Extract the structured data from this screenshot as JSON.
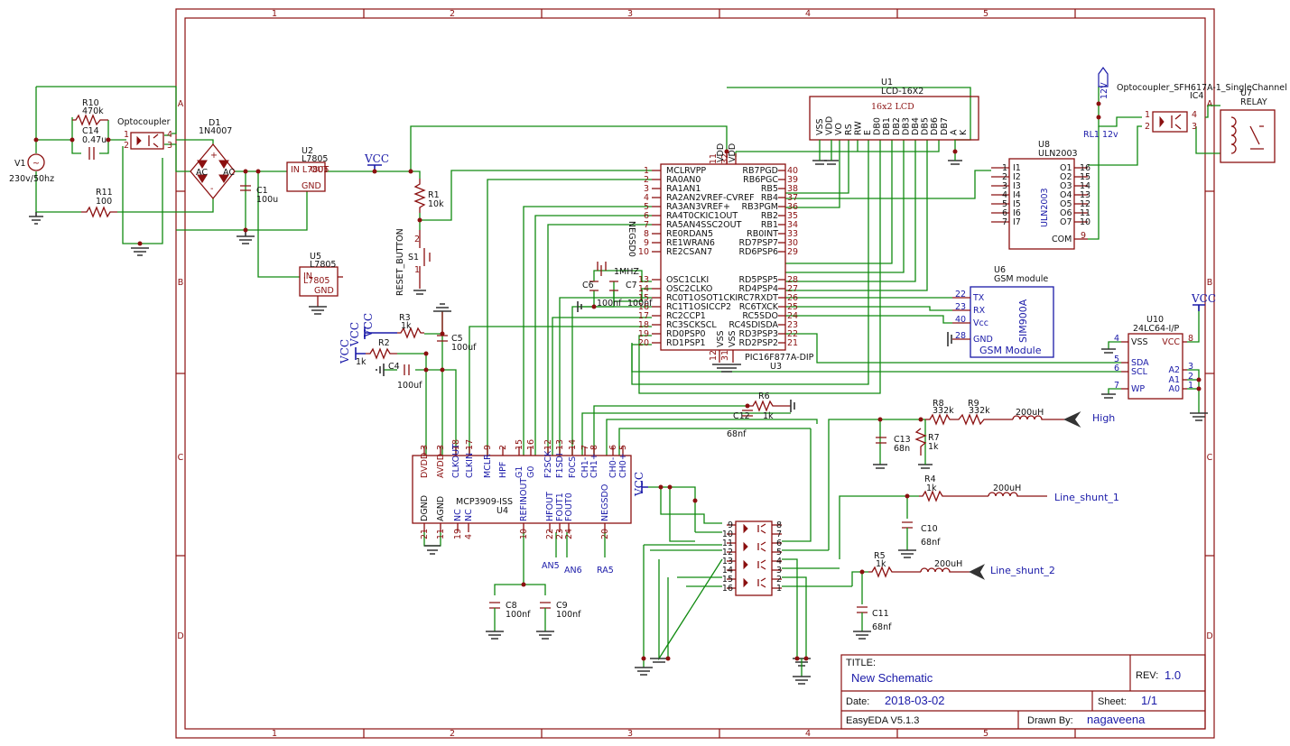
{
  "title_block": {
    "title_label": "TITLE:",
    "title": "New Schematic",
    "rev_label": "REV:",
    "rev": "1.0",
    "date_label": "Date:",
    "date": "2018-03-02",
    "sheet_label": "Sheet:",
    "sheet": "1/1",
    "tool": "EasyEDA V5.1.3",
    "drawn_label": "Drawn By:",
    "drawn_by": "nagaveena"
  },
  "frame": {
    "columns": [
      "1",
      "2",
      "3",
      "4",
      "5"
    ],
    "rows": [
      "A",
      "B",
      "C",
      "D"
    ]
  },
  "components": {
    "v1": {
      "ref": "V1",
      "value": "230v/50hz"
    },
    "r10": {
      "ref": "R10",
      "value": "470k"
    },
    "c14": {
      "ref": "C14",
      "value": "0.47u"
    },
    "r11": {
      "ref": "R11",
      "value": "100"
    },
    "opto1": {
      "label": "Optocoupler"
    },
    "d1": {
      "ref": "D1",
      "value": "1N4007"
    },
    "c1": {
      "ref": "C1",
      "value": "100u"
    },
    "u2": {
      "ref": "U2",
      "value": "L7805"
    },
    "u5": {
      "ref": "U5",
      "value": "L7805"
    },
    "vcc_main": "VCC",
    "r1": {
      "ref": "R1",
      "value": "10k"
    },
    "s1": {
      "ref": "S1",
      "label": "RESET_BUTTON"
    },
    "u1": {
      "ref": "U1",
      "value": "LCD-16X2",
      "body": "16x2 LCD"
    },
    "lcd_pins": [
      "VSS",
      "VDD",
      "VO",
      "RS",
      "RW",
      "E",
      "DB0",
      "DB1",
      "DB2",
      "DB3",
      "DB4",
      "DB5",
      "DB6",
      "DB7",
      "A",
      "K"
    ],
    "u3": {
      "ref": "U3",
      "value": "PIC16F877A-DIP"
    },
    "u3_left_pins": [
      {
        "n": "1",
        "name": "MCLRVPP"
      },
      {
        "n": "2",
        "name": "RA0AN0"
      },
      {
        "n": "3",
        "name": "RA1AN1"
      },
      {
        "n": "4",
        "name": "RA2AN2VREF-CVREF"
      },
      {
        "n": "5",
        "name": "RA3AN3VREF+"
      },
      {
        "n": "6",
        "name": "RA4T0CKIC1OUT"
      },
      {
        "n": "7",
        "name": "RA5AN4SSC2OUT"
      },
      {
        "n": "8",
        "name": "RE0RDAN5"
      },
      {
        "n": "9",
        "name": "RE1WRAN6"
      },
      {
        "n": "10",
        "name": "RE2CSAN7"
      },
      {
        "n": "13",
        "name": "OSC1CLKI"
      },
      {
        "n": "14",
        "name": "OSC2CLKO"
      },
      {
        "n": "15",
        "name": "RC0T1OSOT1CKI"
      },
      {
        "n": "16",
        "name": "RC1T1OSICCP2"
      },
      {
        "n": "17",
        "name": "RC2CCP1"
      },
      {
        "n": "18",
        "name": "RC3SCKSCL"
      },
      {
        "n": "19",
        "name": "RD0PSP0"
      },
      {
        "n": "20",
        "name": "RD1PSP1"
      }
    ],
    "u3_right_pins": [
      {
        "n": "40",
        "name": "RB7PGD"
      },
      {
        "n": "39",
        "name": "RB6PGC"
      },
      {
        "n": "38",
        "name": "RB5"
      },
      {
        "n": "37",
        "name": "RB4"
      },
      {
        "n": "36",
        "name": "RB3PGM"
      },
      {
        "n": "35",
        "name": "RB2"
      },
      {
        "n": "34",
        "name": "RB1"
      },
      {
        "n": "33",
        "name": "RB0INT"
      },
      {
        "n": "30",
        "name": "RD7PSP7"
      },
      {
        "n": "29",
        "name": "RD6PSP6"
      },
      {
        "n": "28",
        "name": "RD5PSP5"
      },
      {
        "n": "27",
        "name": "RD4PSP4"
      },
      {
        "n": "26",
        "name": "RC7RXDT"
      },
      {
        "n": "25",
        "name": "RC6TXCK"
      },
      {
        "n": "24",
        "name": "RC5SDO"
      },
      {
        "n": "23",
        "name": "RC4SDISDA"
      },
      {
        "n": "22",
        "name": "RD3PSP3"
      },
      {
        "n": "21",
        "name": "RD2PSP2"
      }
    ],
    "u3_top": {
      "p11": "11",
      "p32": "32",
      "vdd": "VDD"
    },
    "u3_bottom": {
      "p12": "12",
      "p31": "31",
      "vss": "VSS"
    },
    "negsd0": "NEGSD0",
    "c6": {
      "ref": "C6",
      "value": "100nf"
    },
    "c7": {
      "ref": "C7",
      "value": "100nf"
    },
    "crystal": "1MHZ",
    "r3": {
      "ref": "R3",
      "value": "1k"
    },
    "r2": {
      "ref": "R2",
      "value": "1k"
    },
    "c5": {
      "ref": "C5",
      "value": "100uf"
    },
    "c4": {
      "ref": "C4",
      "value": "100uf"
    },
    "vcc_small": "VCC",
    "u4": {
      "ref": "U4",
      "value": "MCP3909-ISS"
    },
    "u4_top_pins": [
      {
        "n": "3",
        "name": "DVDD"
      },
      {
        "n": "3",
        "name": "AVDD"
      },
      {
        "n": "18",
        "name": "CLKOUT"
      },
      {
        "n": "17",
        "name": "CLKIN"
      },
      {
        "n": "9",
        "name": "MCLR"
      },
      {
        "n": "2",
        "name": "HPF"
      },
      {
        "n": "15",
        "name": "G1"
      },
      {
        "n": "16",
        "name": "G0"
      },
      {
        "n": "12",
        "name": "F2SCK"
      },
      {
        "n": "13",
        "name": "F1SDI"
      },
      {
        "n": "14",
        "name": "F0CS"
      },
      {
        "n": "7",
        "name": "CH1-"
      },
      {
        "n": "8",
        "name": "CH1+"
      },
      {
        "n": "6",
        "name": "CH0-"
      },
      {
        "n": "5",
        "name": "CH0+"
      }
    ],
    "u4_bottom_pins": [
      {
        "n": "21",
        "name": "DGND"
      },
      {
        "n": "11",
        "name": "AGND"
      },
      {
        "n": "19",
        "name": "NC"
      },
      {
        "n": "4",
        "name": "NC"
      },
      {
        "n": "10",
        "name": "REFINOUT"
      },
      {
        "n": "22",
        "name": "HFOUT"
      },
      {
        "n": "23",
        "name": "FOUT1"
      },
      {
        "n": "24",
        "name": "FOUT0"
      },
      {
        "n": "20",
        "name": "NEGSDO"
      }
    ],
    "an5": "AN5",
    "an6": "AN6",
    "ra5": "RA5",
    "c8": {
      "ref": "C8",
      "value": "100nf"
    },
    "c9": {
      "ref": "C9",
      "value": "100nf"
    },
    "r6": {
      "ref": "R6",
      "value": "1k"
    },
    "c12": {
      "ref": "C12",
      "value": "68nf"
    },
    "r8": {
      "ref": "R8",
      "value": "332k"
    },
    "r9": {
      "ref": "R9",
      "value": "332k"
    },
    "l_high": "200uH",
    "high": "High",
    "c13": {
      "ref": "C13",
      "value": "68n"
    },
    "r7": {
      "ref": "R7",
      "value": "1k"
    },
    "r4": {
      "ref": "R4",
      "value": "1k"
    },
    "l_s1": "200uH",
    "line_shunt_1": "Line_shunt_1",
    "c10": {
      "ref": "C10",
      "value": "68nf"
    },
    "r5": {
      "ref": "R5",
      "value": "1k"
    },
    "l_s2": "200uH",
    "line_shunt_2": "Line_shunt_2",
    "c11": {
      "ref": "C11",
      "value": "68nf"
    },
    "quad_left": [
      "9",
      "10",
      "11",
      "12",
      "13",
      "14",
      "15",
      "16"
    ],
    "quad_right": [
      "8",
      "7",
      "6",
      "5",
      "4",
      "3",
      "2",
      "1"
    ],
    "u6": {
      "ref": "U6",
      "value": "GSM module",
      "chip": "SIM900A",
      "title": "GSM Module"
    },
    "u6_pins": [
      {
        "n": "22",
        "name": "TX"
      },
      {
        "n": "23",
        "name": "RX"
      },
      {
        "n": "40",
        "name": "Vcc"
      },
      {
        "n": "28",
        "name": "GND"
      }
    ],
    "u8": {
      "ref": "U8",
      "value": "ULN2003",
      "body": "ULN2003"
    },
    "u8_left": [
      {
        "n": "1",
        "name": "I1"
      },
      {
        "n": "2",
        "name": "I2"
      },
      {
        "n": "3",
        "name": "I3"
      },
      {
        "n": "4",
        "name": "I4"
      },
      {
        "n": "5",
        "name": "I5"
      },
      {
        "n": "6",
        "name": "I6"
      },
      {
        "n": "7",
        "name": "I7"
      }
    ],
    "u8_right": [
      {
        "n": "16",
        "name": "O1"
      },
      {
        "n": "15",
        "name": "O2"
      },
      {
        "n": "14",
        "name": "O3"
      },
      {
        "n": "13",
        "name": "O4"
      },
      {
        "n": "12",
        "name": "O5"
      },
      {
        "n": "11",
        "name": "O6"
      },
      {
        "n": "10",
        "name": "O7"
      }
    ],
    "u8_com": {
      "n": "9",
      "name": "COM"
    },
    "ic4": {
      "ref": "IC4",
      "value": "Optocoupler_SFH617A-1_SingleChannel"
    },
    "net_12v": "12V",
    "rl1": "RL1 12v",
    "u7": {
      "ref": "U7",
      "value": "RELAY"
    },
    "u10": {
      "ref": "U10",
      "value": "24LC64-I/P"
    },
    "u10_left": [
      {
        "n": "4",
        "name": "VSS"
      },
      {
        "n": "5",
        "name": "SDA"
      },
      {
        "n": "6",
        "name": "SCL"
      },
      {
        "n": "7",
        "name": "WP"
      }
    ],
    "u10_right": [
      {
        "n": "8",
        "name": "VCC"
      },
      {
        "n": "3",
        "name": "A2"
      },
      {
        "n": "2",
        "name": "A1"
      },
      {
        "n": "1",
        "name": "A0"
      }
    ],
    "vcc_u10": "VCC"
  }
}
